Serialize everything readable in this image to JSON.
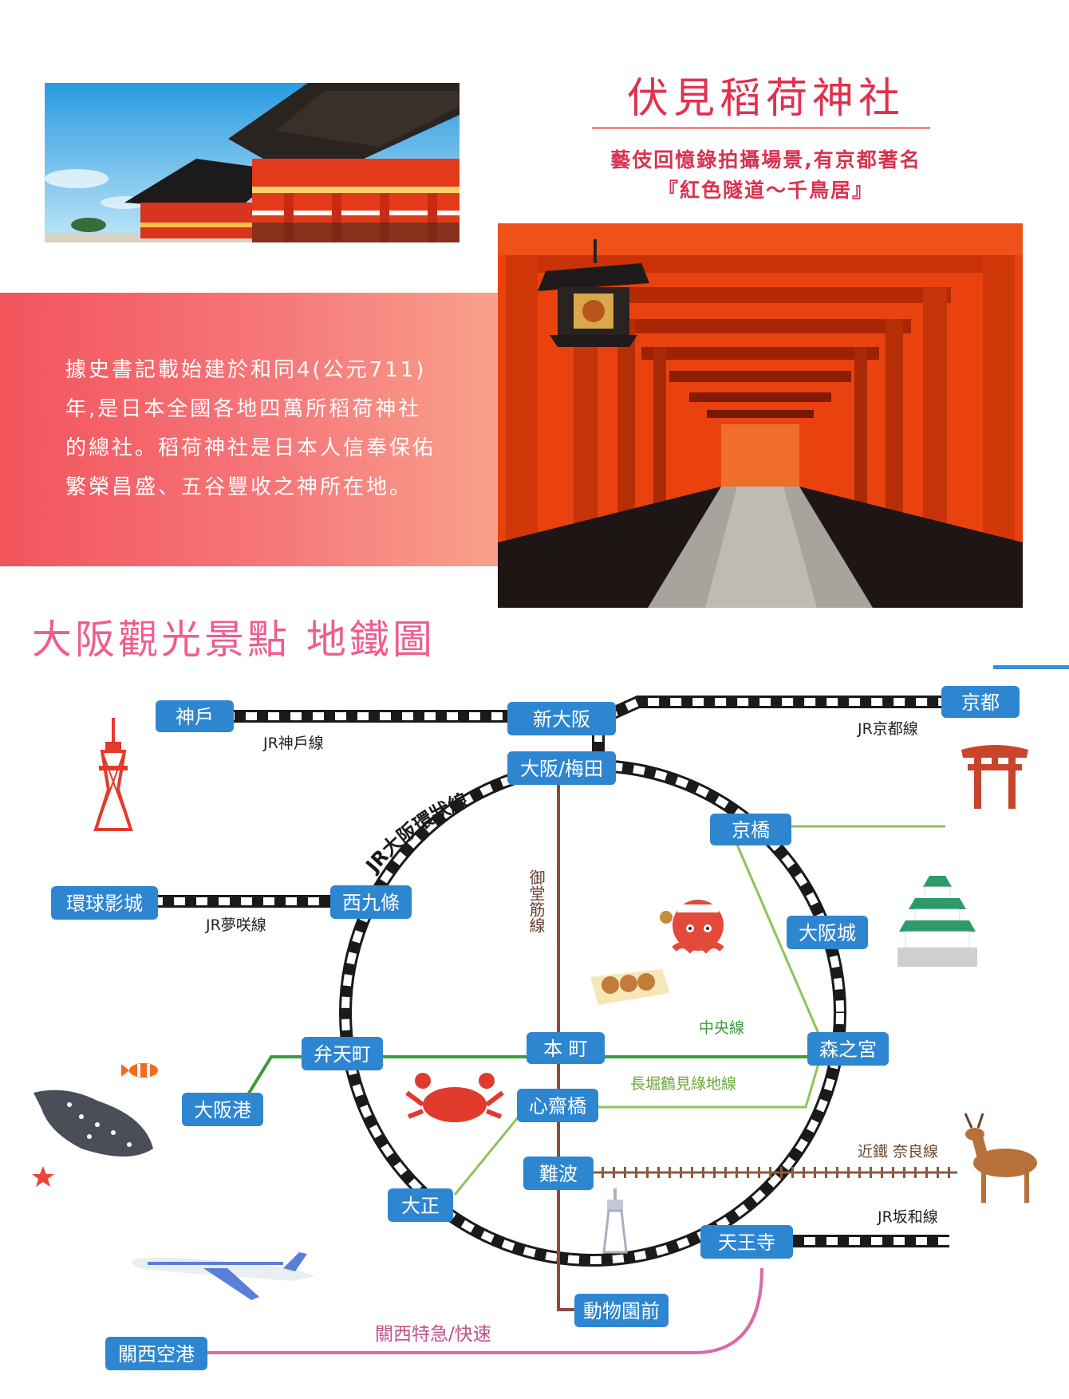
{
  "header": {
    "title": "伏見稻荷神社",
    "subtitle_line1": "藝伎回憶錄拍攝場景,有京都著名",
    "subtitle_line2": "『紅色隧道～千鳥居』"
  },
  "history": {
    "line1": "據史書記載始建於和同4(公元711)",
    "line2": "年,是日本全國各地四萬所稻荷神社",
    "line3": "的總社。稻荷神社是日本人信奉保佑",
    "line4": "繁榮昌盛、五谷豐收之神所在地。"
  },
  "map": {
    "title": "大阪觀光景點  地鐵圖",
    "stations": {
      "kobe": "神戶",
      "shin_osaka": "新大阪",
      "kyoto": "京都",
      "osaka_umeda": "大阪/梅田",
      "kyobashi": "京橋",
      "osakajo": "大阪城",
      "universal": "環球影城",
      "nishikujo": "西九條",
      "bentencho": "弁天町",
      "honmachi": "本 町",
      "morinomiya": "森之宮",
      "osakako": "大阪港",
      "shinsaibashi": "心齋橋",
      "namba": "難波",
      "taisho": "大正",
      "tennoji": "天王寺",
      "dobutsuen": "動物園前",
      "kansai_airport": "關西空港"
    },
    "lines": {
      "jr_kobe": "JR神戶線",
      "jr_kyoto": "JR京都線",
      "jr_loop": "JR大阪環狀線",
      "midosuji": "御堂筋線",
      "jr_yumesaki": "JR夢咲線",
      "chuo": "中央線",
      "nagahori": "長堀鶴見綠地線",
      "kintetsu_nara": "近鐵 奈良線",
      "jr_hanwa": "JR坂和線",
      "kansai_express": "關西特急/快速"
    },
    "colors": {
      "station": "#2e86d1",
      "midosuji": "#8b4a3a",
      "chuo": "#3f9a3c",
      "nagahori": "#8fc35a",
      "kansai": "#d96aa8",
      "kintetsu": "#8b5a3c"
    },
    "icons": [
      "kobe-tower-icon",
      "torii-icon",
      "osaka-castle-icon",
      "octopus-icon",
      "takoyaki-icon",
      "crab-icon",
      "clownfish-icon",
      "whale-shark-icon",
      "starfish-icon",
      "deer-icon",
      "tsutenkaku-icon",
      "airplane-icon"
    ]
  }
}
